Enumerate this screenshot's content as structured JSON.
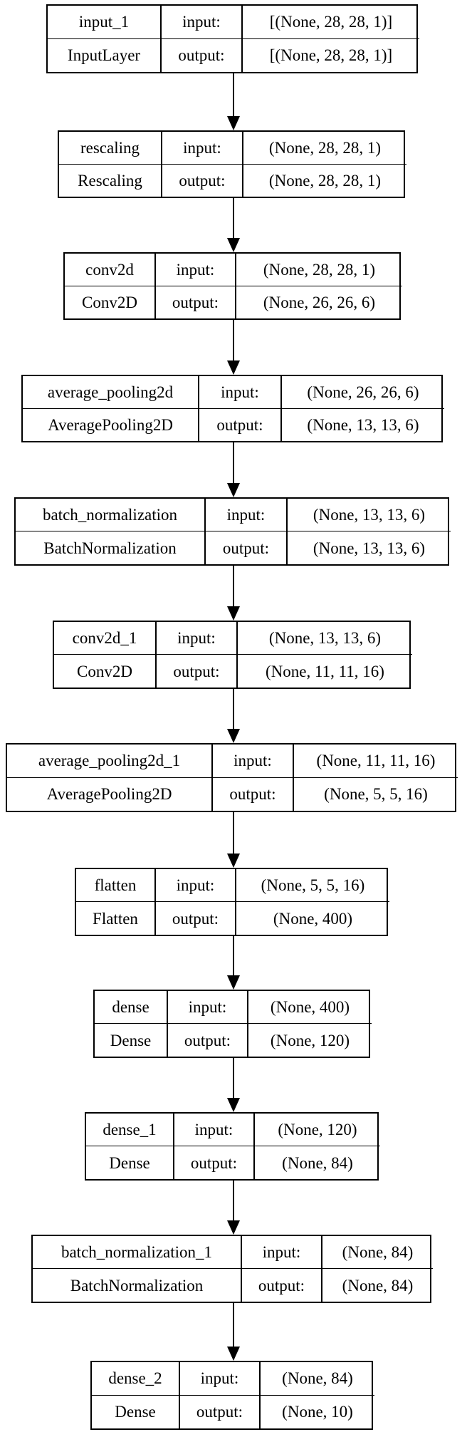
{
  "diagram": {
    "input_label": "input:",
    "output_label": "output:",
    "layers": [
      {
        "name": "input_1",
        "type": "InputLayer",
        "input_shape": "[(None, 28, 28, 1)]",
        "output_shape": "[(None, 28, 28, 1)]"
      },
      {
        "name": "rescaling",
        "type": "Rescaling",
        "input_shape": "(None, 28, 28, 1)",
        "output_shape": "(None, 28, 28, 1)"
      },
      {
        "name": "conv2d",
        "type": "Conv2D",
        "input_shape": "(None, 28, 28, 1)",
        "output_shape": "(None, 26, 26, 6)"
      },
      {
        "name": "average_pooling2d",
        "type": "AveragePooling2D",
        "input_shape": "(None, 26, 26, 6)",
        "output_shape": "(None, 13, 13, 6)"
      },
      {
        "name": "batch_normalization",
        "type": "BatchNormalization",
        "input_shape": "(None, 13, 13, 6)",
        "output_shape": "(None, 13, 13, 6)"
      },
      {
        "name": "conv2d_1",
        "type": "Conv2D",
        "input_shape": "(None, 13, 13, 6)",
        "output_shape": "(None, 11, 11, 16)"
      },
      {
        "name": "average_pooling2d_1",
        "type": "AveragePooling2D",
        "input_shape": "(None, 11, 11, 16)",
        "output_shape": "(None, 5, 5, 16)"
      },
      {
        "name": "flatten",
        "type": "Flatten",
        "input_shape": "(None, 5, 5, 16)",
        "output_shape": "(None, 400)"
      },
      {
        "name": "dense",
        "type": "Dense",
        "input_shape": "(None, 400)",
        "output_shape": "(None, 120)"
      },
      {
        "name": "dense_1",
        "type": "Dense",
        "input_shape": "(None, 120)",
        "output_shape": "(None, 84)"
      },
      {
        "name": "batch_normalization_1",
        "type": "BatchNormalization",
        "input_shape": "(None, 84)",
        "output_shape": "(None, 84)"
      },
      {
        "name": "dense_2",
        "type": "Dense",
        "input_shape": "(None, 84)",
        "output_shape": "(None, 10)"
      }
    ]
  }
}
